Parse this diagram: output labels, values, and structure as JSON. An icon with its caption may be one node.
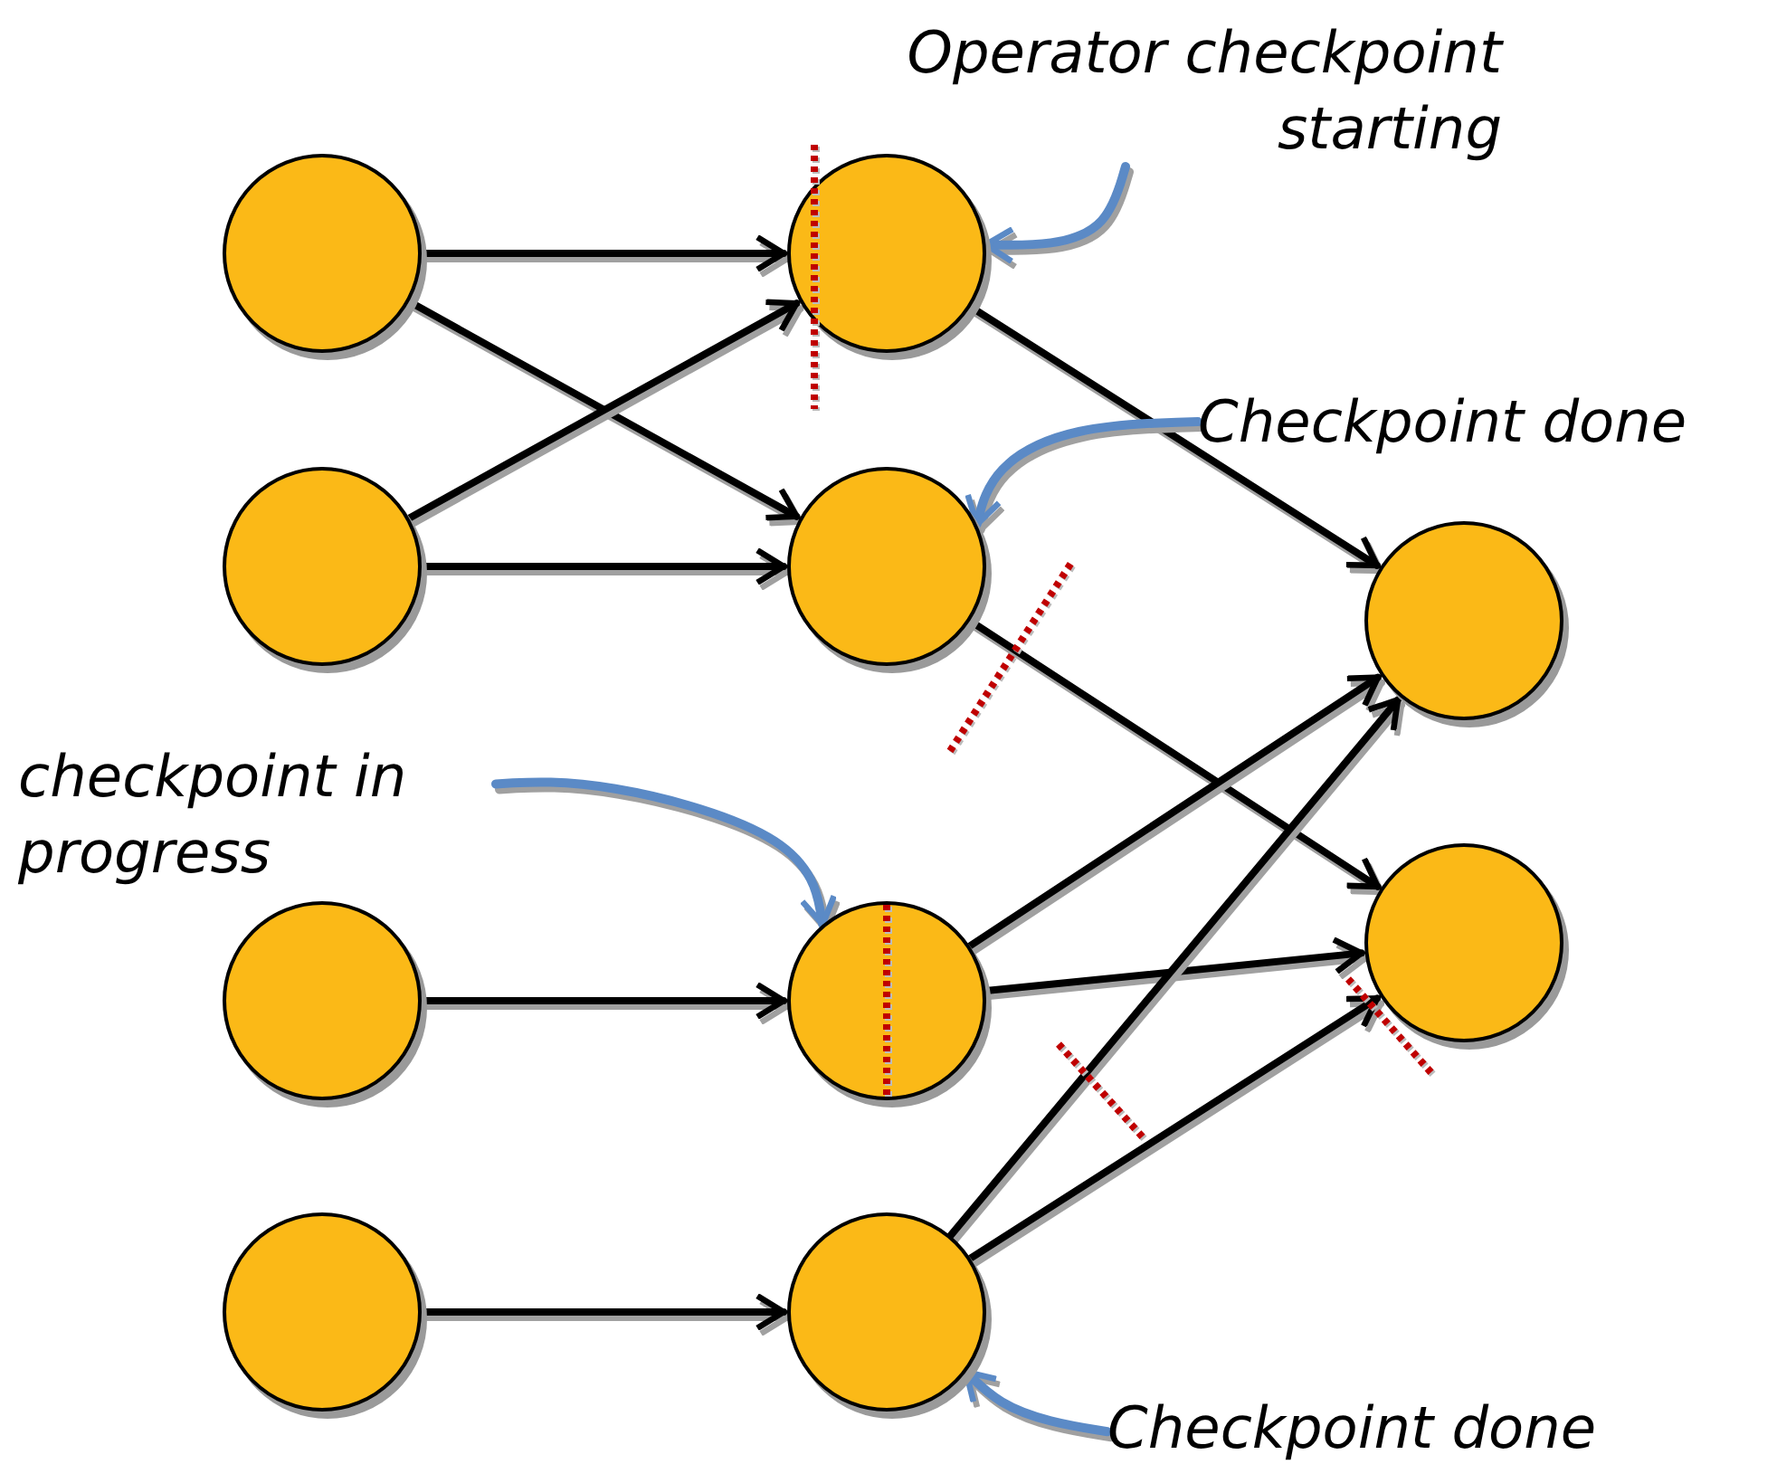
{
  "diagram": {
    "nodes": [
      {
        "text": [],
        "shape": "circle"
      },
      {
        "text": [],
        "shape": "circle"
      },
      {
        "text": [],
        "shape": "circle"
      },
      {
        "text": [],
        "shape": "circle"
      },
      {
        "text": [],
        "shape": "circle"
      },
      {
        "text": [],
        "shape": "circle"
      },
      {
        "text": [],
        "shape": "circle"
      },
      {
        "text": [],
        "shape": "circle"
      },
      {
        "text": [],
        "shape": "circle"
      },
      {
        "text": [],
        "shape": "circle"
      },
      {
        "text": [
          "Operator checkpoint starting"
        ]
      },
      {
        "text": [
          "Checkpoint done"
        ]
      },
      {
        "text": [
          "checkpoint in progress"
        ]
      },
      {
        "text": [
          "Checkpoint done"
        ]
      }
    ],
    "edges": [
      {
        "from": 0,
        "to": 1,
        "arrow": "to"
      },
      {
        "from": 0,
        "to": 3,
        "arrow": "to"
      },
      {
        "from": 2,
        "to": 1,
        "arrow": "to"
      },
      {
        "from": 2,
        "to": 3,
        "arrow": "to"
      },
      {
        "from": 1,
        "to": 4,
        "arrow": "to"
      },
      {
        "from": 3,
        "to": 7,
        "arrow": "to"
      },
      {
        "from": 5,
        "to": 6,
        "arrow": "to"
      },
      {
        "from": 6,
        "to": 4,
        "arrow": "to"
      },
      {
        "from": 6,
        "to": 7,
        "arrow": "to"
      },
      {
        "from": 8,
        "to": 9,
        "arrow": "to"
      },
      {
        "from": 9,
        "to": 4,
        "arrow": "to"
      },
      {
        "from": 9,
        "to": 7,
        "arrow": "to"
      },
      {
        "from": 10,
        "to": 1,
        "arrow": "to",
        "color": "#5b8ac6"
      },
      {
        "from": 11,
        "to": 3,
        "arrow": "to",
        "color": "#5b8ac6"
      },
      {
        "from": 12,
        "to": 6,
        "arrow": "to",
        "color": "#5b8ac6"
      },
      {
        "from": 13,
        "to": 9,
        "arrow": "to",
        "color": "#5b8ac6"
      }
    ]
  }
}
